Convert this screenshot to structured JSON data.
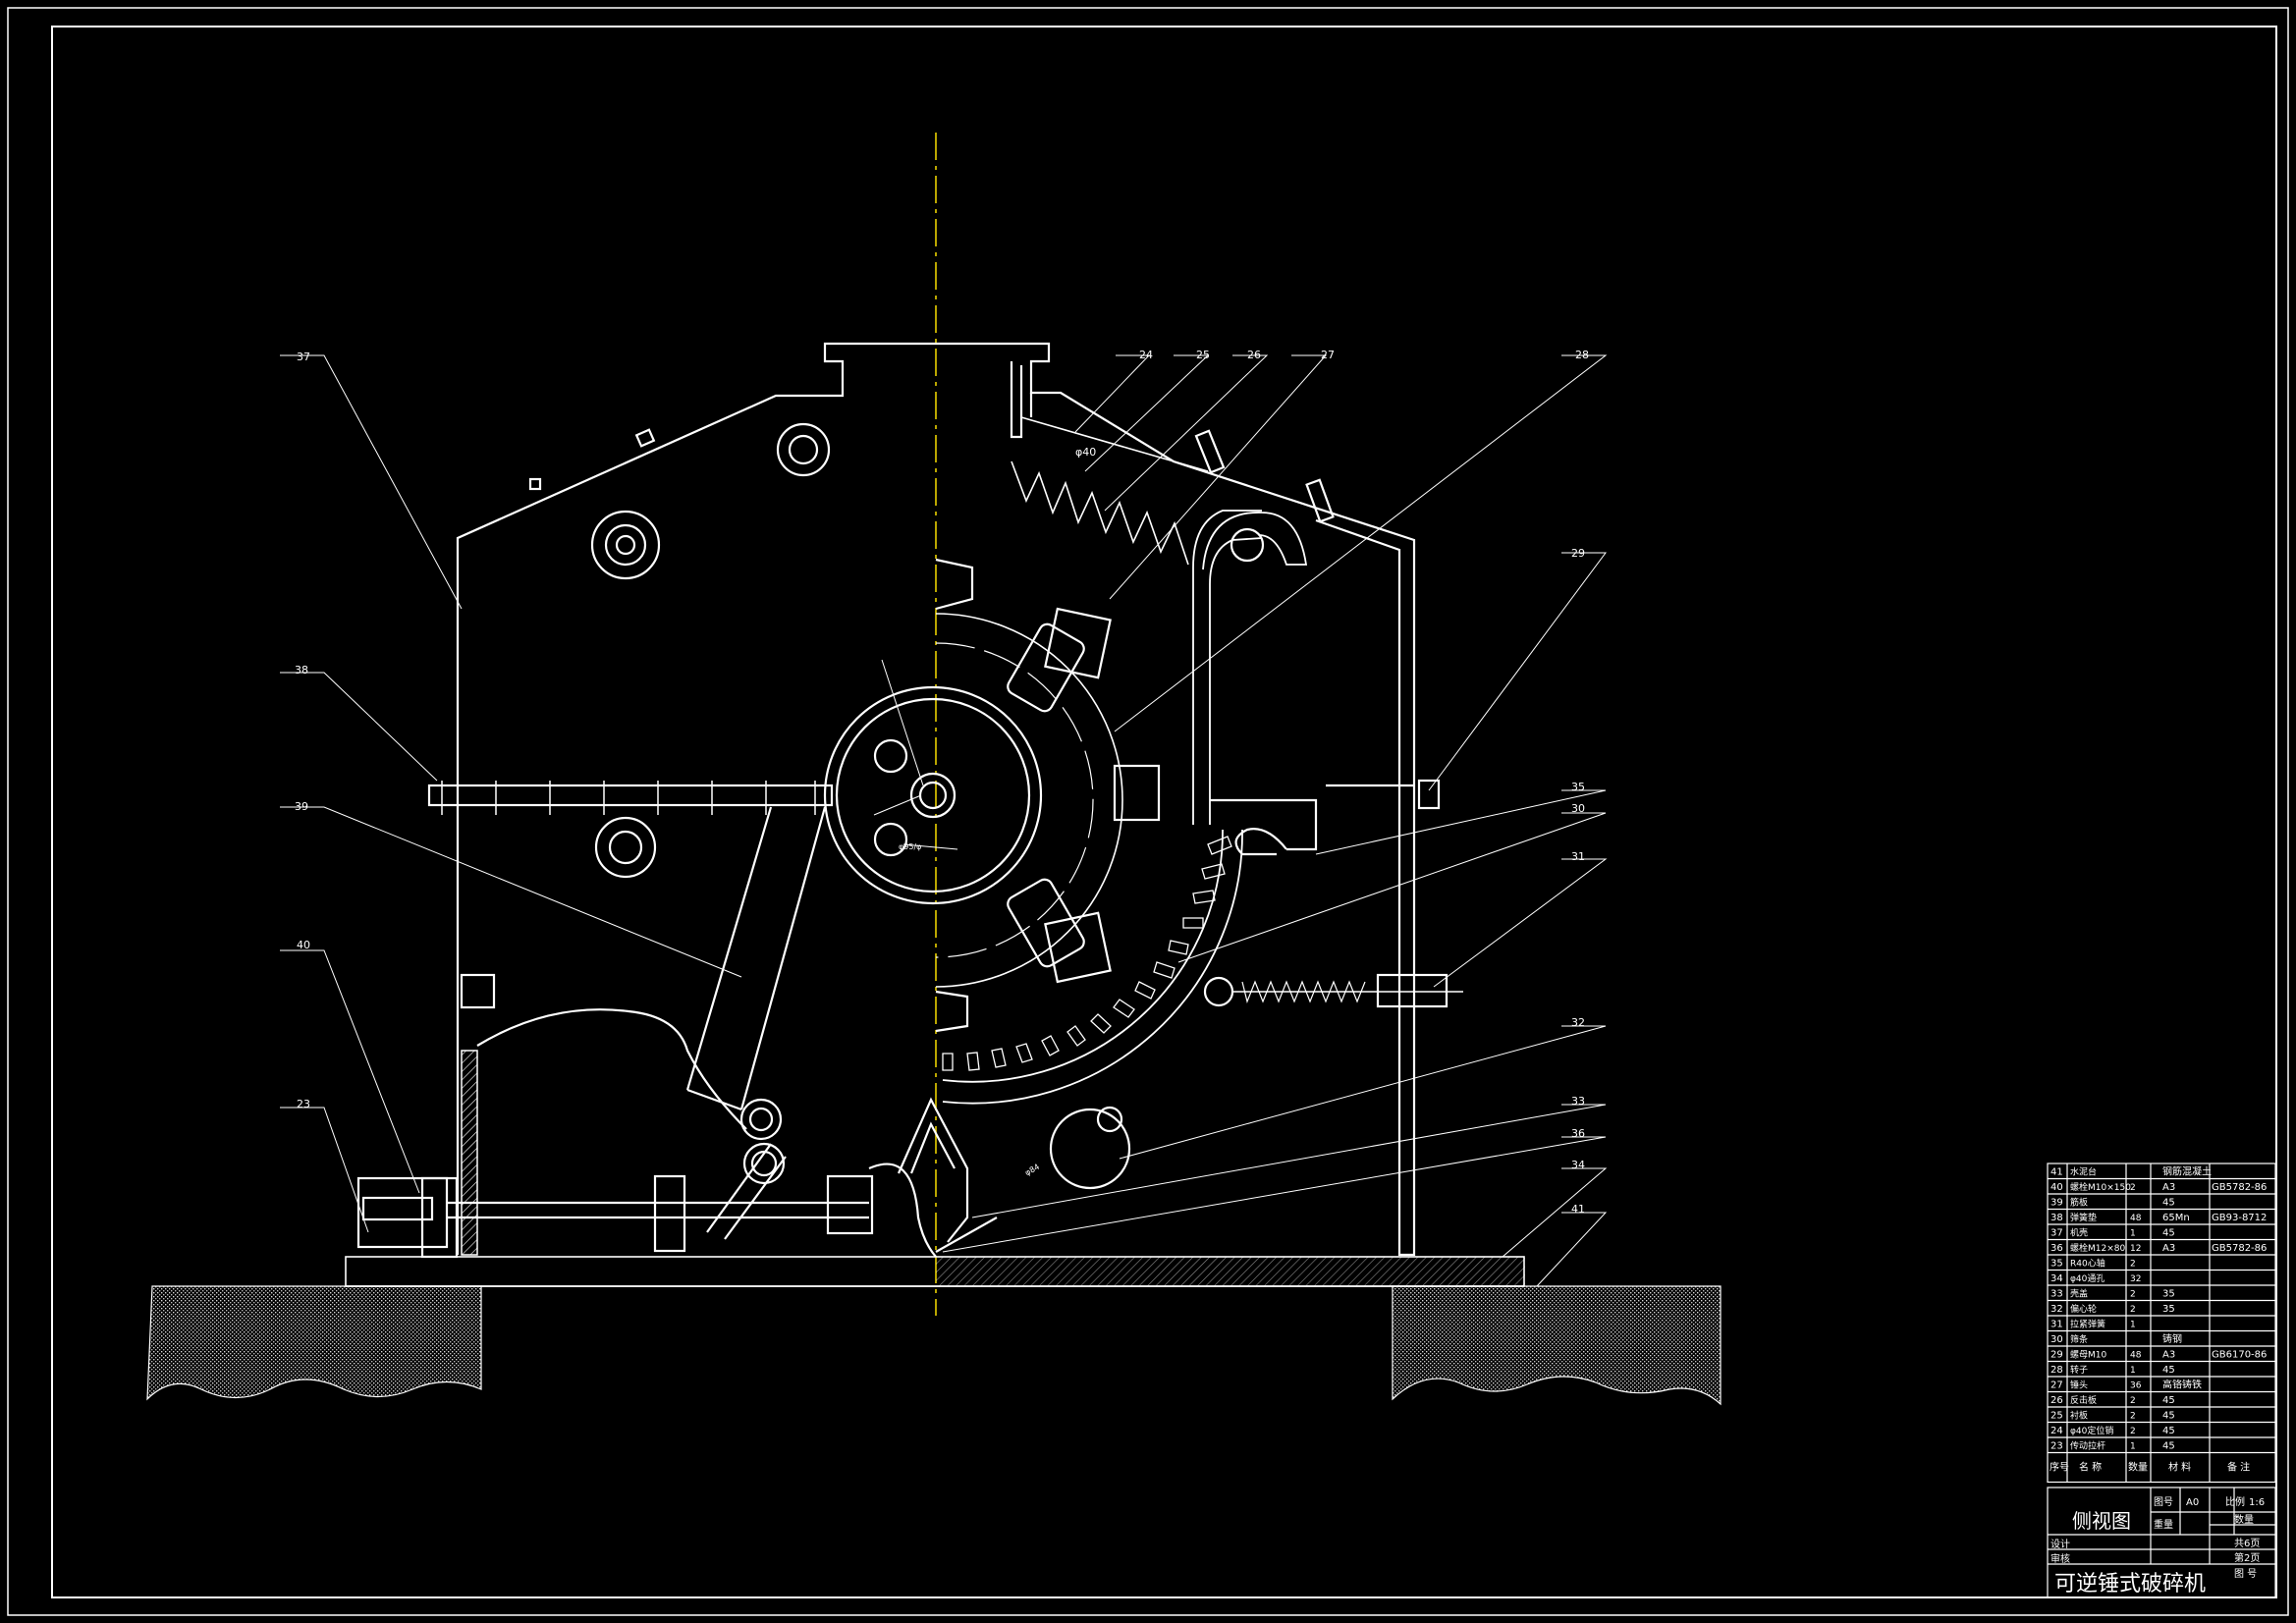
{
  "drawing": {
    "view_name": "侧视图",
    "title": "可逆锤式破碎机",
    "annotations": {
      "phi40": "φ40",
      "small_dim": "φ95/φ",
      "small_dim2": "φ84"
    }
  },
  "balloons": [
    {
      "no": "37"
    },
    {
      "no": "38"
    },
    {
      "no": "39"
    },
    {
      "no": "40"
    },
    {
      "no": "23"
    },
    {
      "no": "24"
    },
    {
      "no": "25"
    },
    {
      "no": "26"
    },
    {
      "no": "27"
    },
    {
      "no": "28"
    },
    {
      "no": "29"
    },
    {
      "no": "35"
    },
    {
      "no": "30"
    },
    {
      "no": "31"
    },
    {
      "no": "32"
    },
    {
      "no": "33"
    },
    {
      "no": "36"
    },
    {
      "no": "34"
    },
    {
      "no": "41"
    }
  ],
  "bom": {
    "rows": [
      {
        "no": "41",
        "name": "水泥台",
        "qty": "",
        "material": "钢筋混凝土",
        "note": ""
      },
      {
        "no": "40",
        "name": "螺栓M10×150",
        "qty": "2",
        "material": "A3",
        "note": "GB5782-86"
      },
      {
        "no": "39",
        "name": "筋板",
        "qty": "",
        "material": "45",
        "note": ""
      },
      {
        "no": "38",
        "name": "弹簧垫",
        "qty": "48",
        "material": "65Mn",
        "note": "GB93-8712"
      },
      {
        "no": "37",
        "name": "机壳",
        "qty": "1",
        "material": "45",
        "note": ""
      },
      {
        "no": "36",
        "name": "螺栓M12×80",
        "qty": "12",
        "material": "A3",
        "note": "GB5782-86"
      },
      {
        "no": "35",
        "name": "R40心轴",
        "qty": "2",
        "material": "",
        "note": ""
      },
      {
        "no": "34",
        "name": "φ40通孔",
        "qty": "32",
        "material": "",
        "note": ""
      },
      {
        "no": "33",
        "name": "壳盖",
        "qty": "2",
        "material": "35",
        "note": ""
      },
      {
        "no": "32",
        "name": "偏心轮",
        "qty": "2",
        "material": "35",
        "note": ""
      },
      {
        "no": "31",
        "name": "拉紧弹簧",
        "qty": "1",
        "material": "",
        "note": ""
      },
      {
        "no": "30",
        "name": "筛条",
        "qty": "",
        "material": "铸钢",
        "note": ""
      },
      {
        "no": "29",
        "name": "螺母M10",
        "qty": "48",
        "material": "A3",
        "note": "GB6170-86"
      },
      {
        "no": "28",
        "name": "转子",
        "qty": "1",
        "material": "45",
        "note": ""
      },
      {
        "no": "27",
        "name": "锤头",
        "qty": "36",
        "material": "高铬铸铁",
        "note": ""
      },
      {
        "no": "26",
        "name": "反击板",
        "qty": "2",
        "material": "45",
        "note": ""
      },
      {
        "no": "25",
        "name": "衬板",
        "qty": "2",
        "material": "45",
        "note": ""
      },
      {
        "no": "24",
        "name": "φ40定位销",
        "qty": "2",
        "material": "45",
        "note": ""
      },
      {
        "no": "23",
        "name": "传动拉杆",
        "qty": "1",
        "material": "45",
        "note": ""
      }
    ],
    "header": {
      "no": "序号",
      "name": "名 称",
      "qty": "数量",
      "material": "材 料",
      "note": "备 注"
    }
  },
  "title_block": {
    "drawing_no_label": "图号",
    "drawing_no": "A0",
    "scale_label": "比例",
    "scale": "1:6",
    "weight_label": "重量",
    "qty_label": "数量",
    "sheets_total": "共6页",
    "sheet_no": "第2页",
    "fig_no_label": "图 号",
    "designer_label": "设计",
    "checker_label": "审核"
  },
  "colors": {
    "background": "#000000",
    "line": "#ffffff",
    "centerline": "#e8d000",
    "hatch": "#cfcfcf"
  }
}
